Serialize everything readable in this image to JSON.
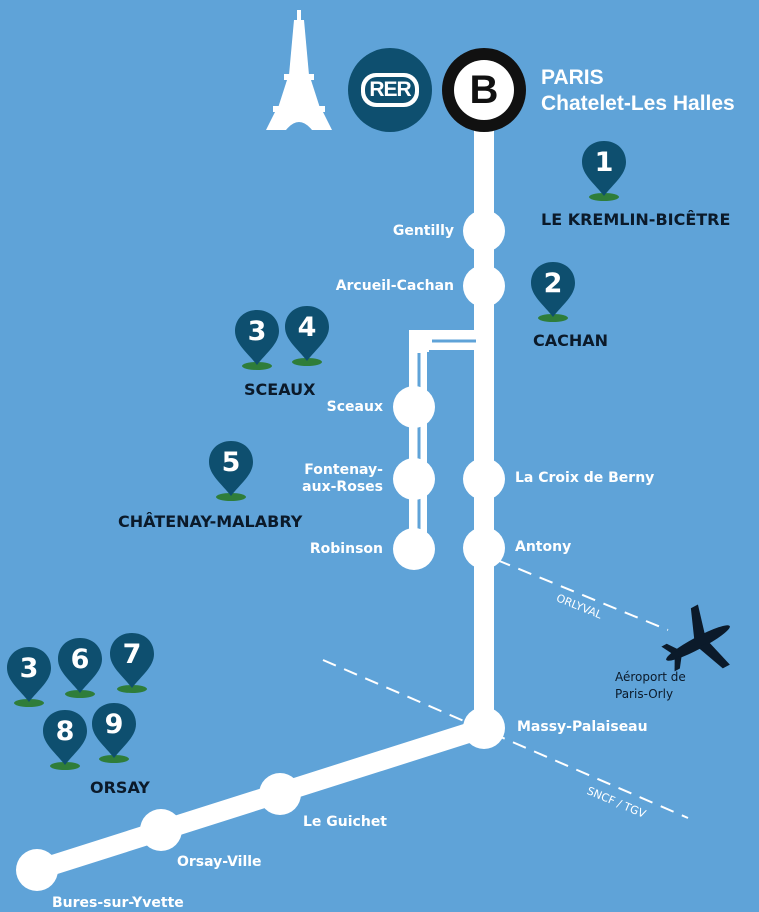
{
  "header": {
    "rer_logo": "RER",
    "line_logo": "B",
    "terminus_line1": "PARIS",
    "terminus_line2": "Chatelet-Les Halles"
  },
  "stations": {
    "gentilly": "Gentilly",
    "arcueil_cachan": "Arcueil-Cachan",
    "sceaux": "Sceaux",
    "fontenay_1": "Fontenay-",
    "fontenay_2": "aux-Roses",
    "robinson": "Robinson",
    "la_croix_de_berny": "La Croix de Berny",
    "antony": "Antony",
    "massy_palaiseau": "Massy-Palaiseau",
    "le_guichet": "Le Guichet",
    "orsay_ville": "Orsay-Ville",
    "bures_sur_yvette": "Bures-sur-Yvette"
  },
  "areas": {
    "le_kremlin_bicetre": "LE KREMLIN-BICÊTRE",
    "cachan": "CACHAN",
    "sceaux": "SCEAUX",
    "chatenay_malabry": "CHÂTENAY-MALABRY",
    "orsay": "ORSAY"
  },
  "markers": {
    "m1": "1",
    "m2": "2",
    "m3a": "3",
    "m4": "4",
    "m5": "5",
    "m3b": "3",
    "m6": "6",
    "m7": "7",
    "m8": "8",
    "m9": "9"
  },
  "connections": {
    "orlyval": "ORLYVAL",
    "sncf_tgv": "SNCF / TGV",
    "airport_line1": "Aéroport de",
    "airport_line2": "Paris-Orly"
  },
  "colors": {
    "background": "#5fa3d8",
    "line": "#ffffff",
    "marker": "#0e4f6f",
    "marker_base": "#2f7d3a",
    "rer_logo": "#0e4f6f",
    "line_b_logo": "#111111"
  },
  "icons": {
    "landmark": "eiffel-tower-icon",
    "airport": "airplane-icon",
    "marker": "map-pin-icon"
  }
}
